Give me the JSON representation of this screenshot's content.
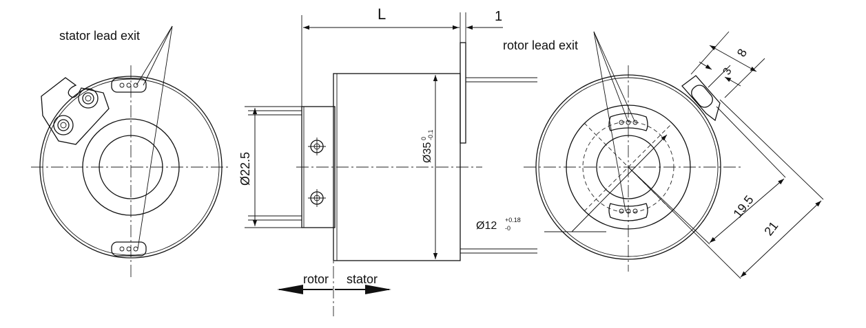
{
  "labels": {
    "stator_lead_exit": "stator lead exit",
    "rotor_lead_exit": "rotor lead exit",
    "rotor": "rotor",
    "stator": "stator"
  },
  "dimensions": {
    "length": "L",
    "flange_thickness": "1",
    "flange_diameter": "Ø22.5",
    "body_diameter_main": "Ø35",
    "body_diameter_tol_upper": "0",
    "body_diameter_tol_lower": "-0.1",
    "bore_diameter_main": "Ø12",
    "bore_diameter_tol_upper": "+0.18",
    "bore_diameter_tol_lower": "-0",
    "slot_width": "8",
    "slot_inner": "3",
    "radius_inner": "19.5",
    "radius_outer": "21"
  }
}
